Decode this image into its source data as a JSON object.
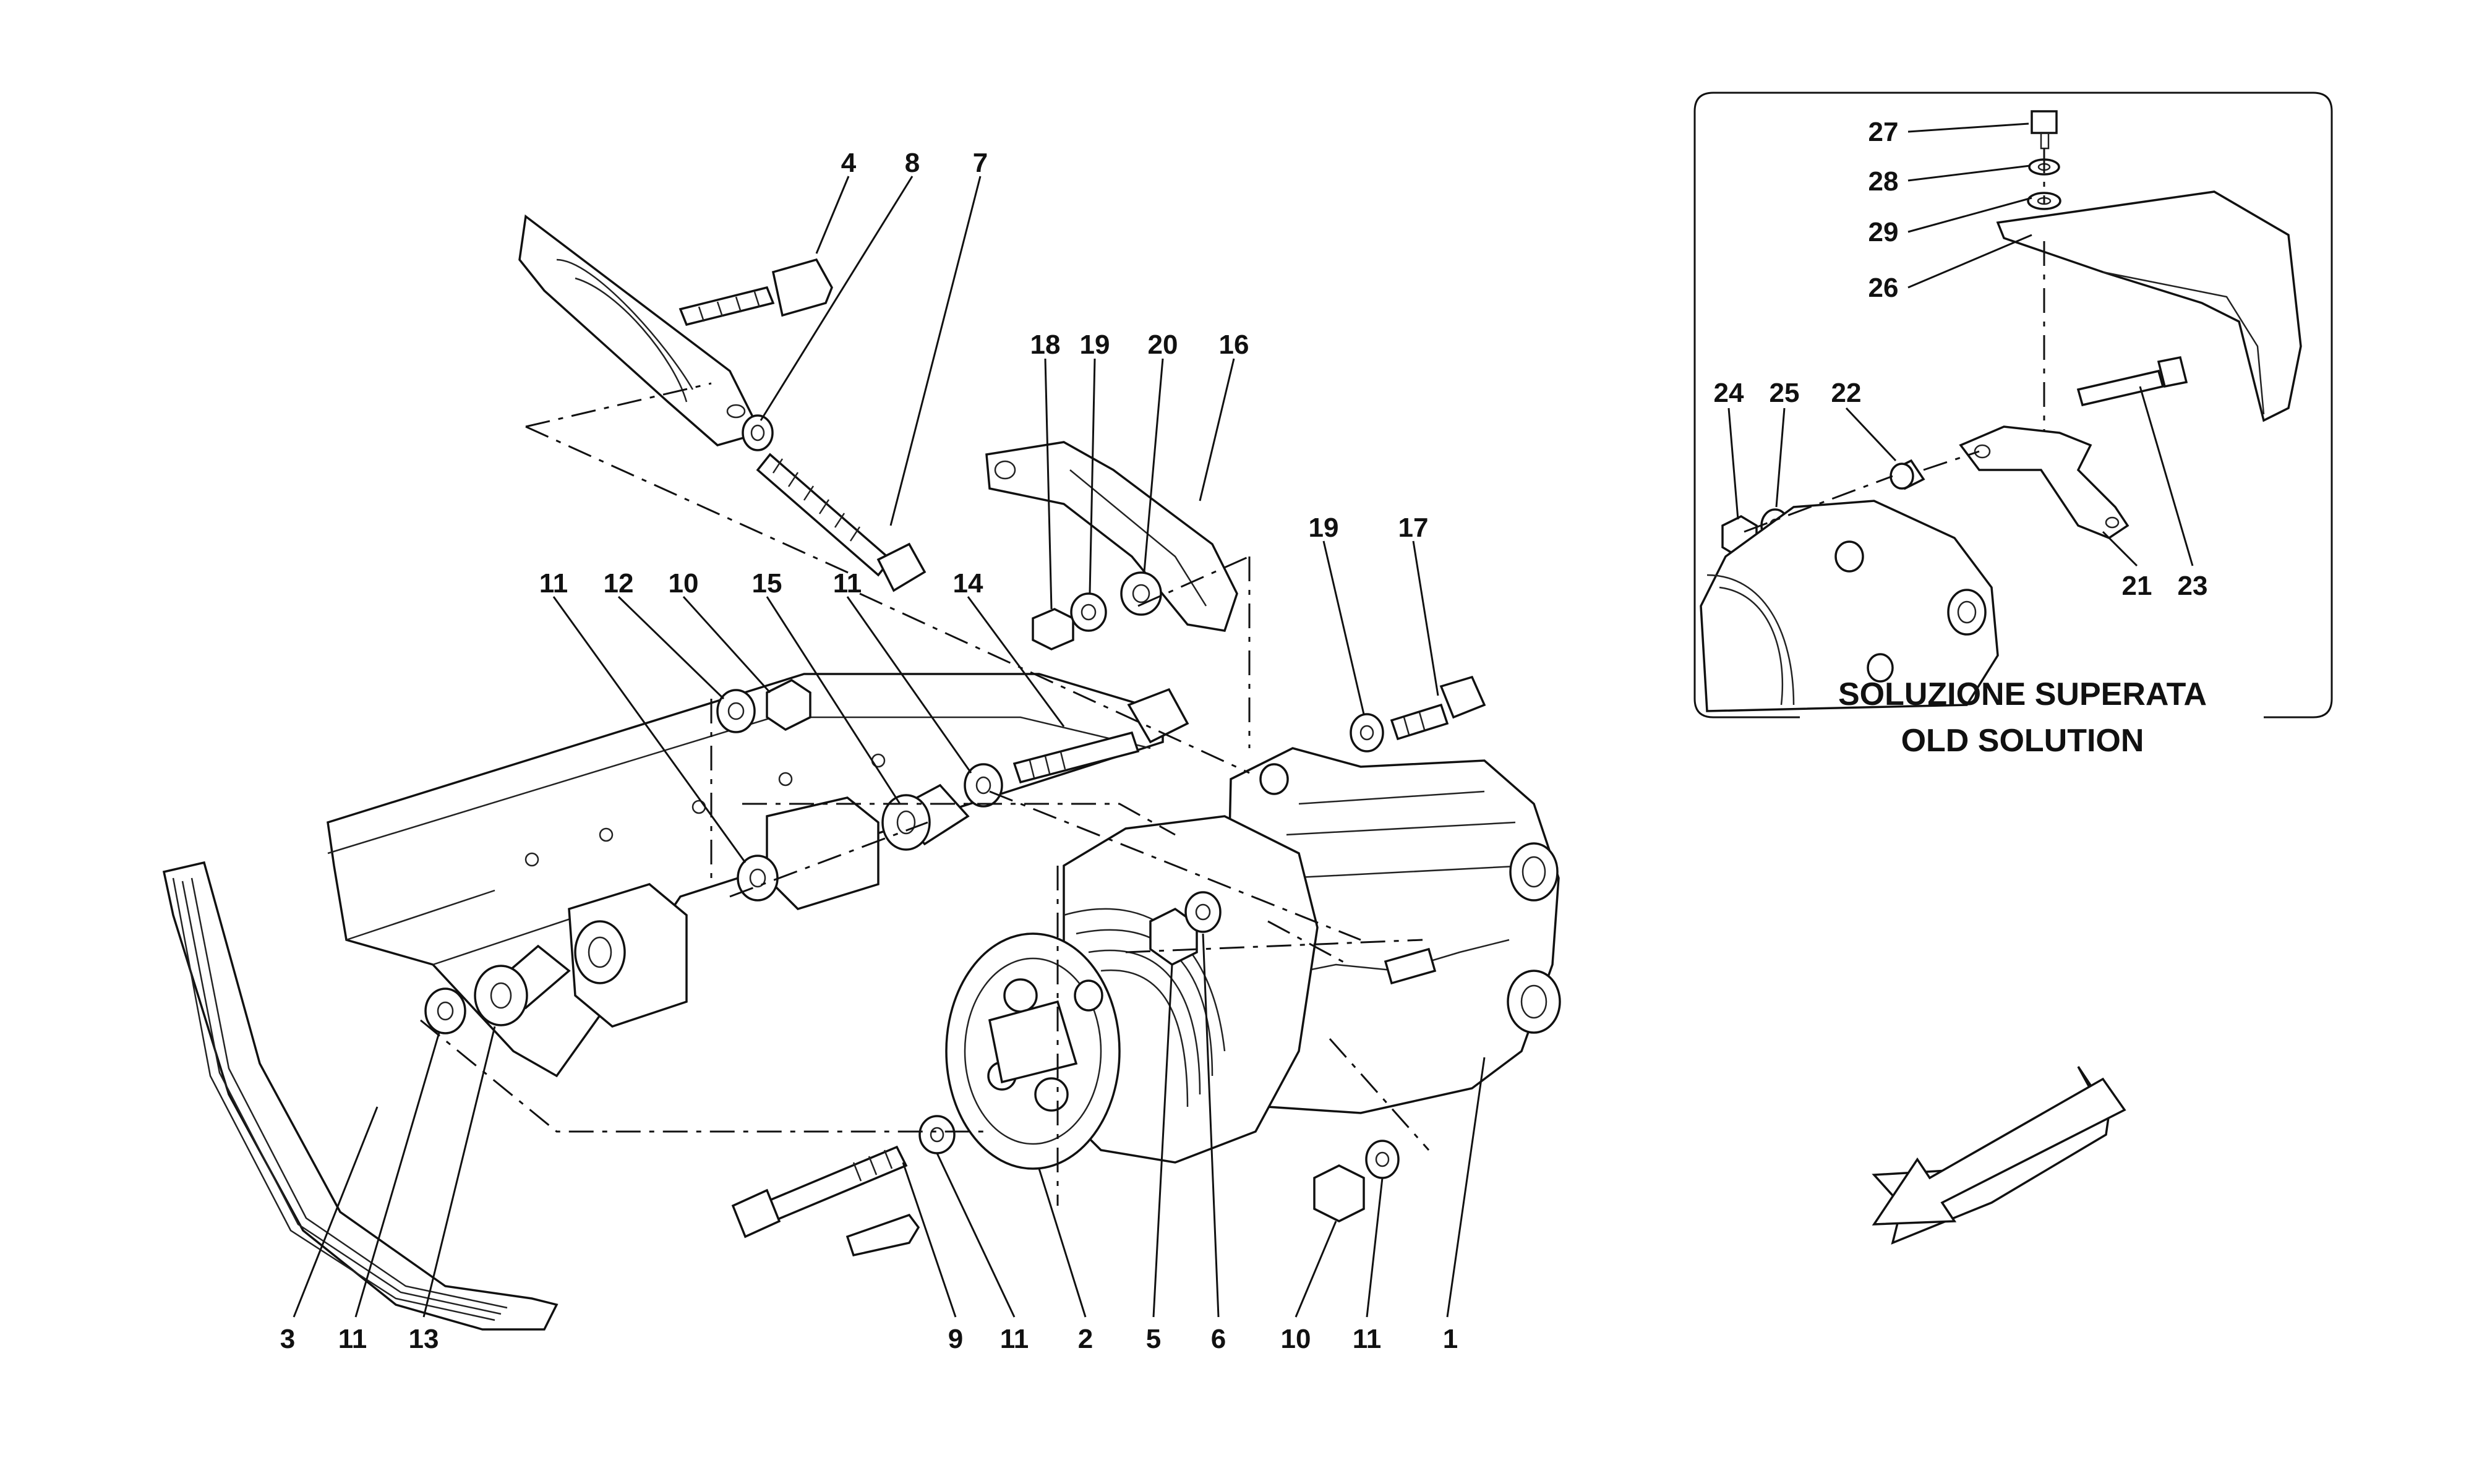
{
  "callouts": [
    "4",
    "8",
    "7",
    "18",
    "19",
    "20",
    "16",
    "19",
    "17",
    "11",
    "12",
    "10",
    "15",
    "11",
    "14",
    "3",
    "11",
    "13",
    "9",
    "11",
    "2",
    "5",
    "6",
    "10",
    "11",
    "1",
    "27",
    "28",
    "29",
    "26",
    "24",
    "25",
    "22",
    "21",
    "23"
  ],
  "inset_caption": {
    "line1": "SOLUZIONE SUPERATA",
    "line2": "OLD SOLUTION"
  },
  "icons": {
    "direction": "arrow-down-left-icon"
  },
  "colors": {
    "line": "#111111",
    "background": "#ffffff"
  }
}
